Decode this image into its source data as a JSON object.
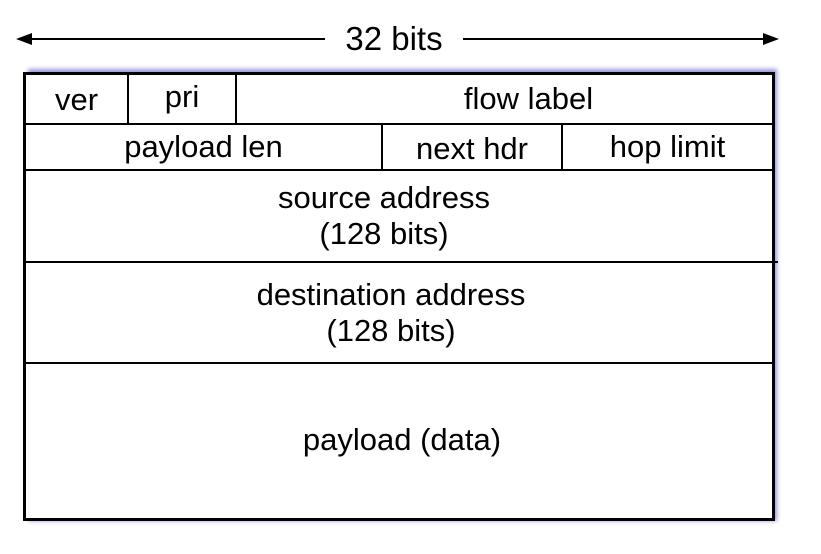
{
  "width_label": "32 bits",
  "fields": {
    "ver": "ver",
    "pri": "pri",
    "flow_label": "flow label",
    "payload_len": "payload len",
    "next_hdr": "next hdr",
    "hop_limit": "hop limit",
    "source_address": {
      "line1": "source address",
      "line2": "(128 bits)"
    },
    "destination_address": {
      "line1": "destination address",
      "line2": "(128 bits)"
    },
    "payload": "payload (data)"
  },
  "colors": {
    "lines": "#000000",
    "shadow": "#8c8cd8",
    "background": "#ffffff"
  }
}
